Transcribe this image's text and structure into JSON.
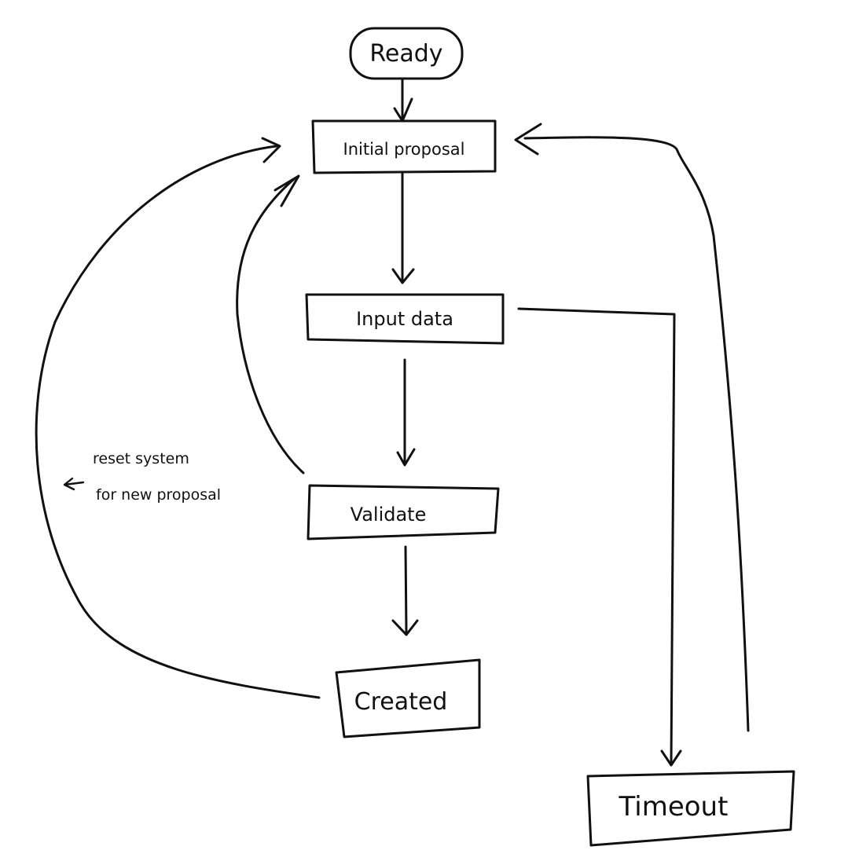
{
  "diagram": {
    "nodes": {
      "ready": "Ready",
      "initial_proposal": "Initial proposal",
      "input_data": "Input data",
      "validate": "Validate",
      "created": "Created",
      "timeout": "Timeout"
    },
    "annotation": {
      "line1": "reset system",
      "line2": "for new proposal"
    }
  }
}
